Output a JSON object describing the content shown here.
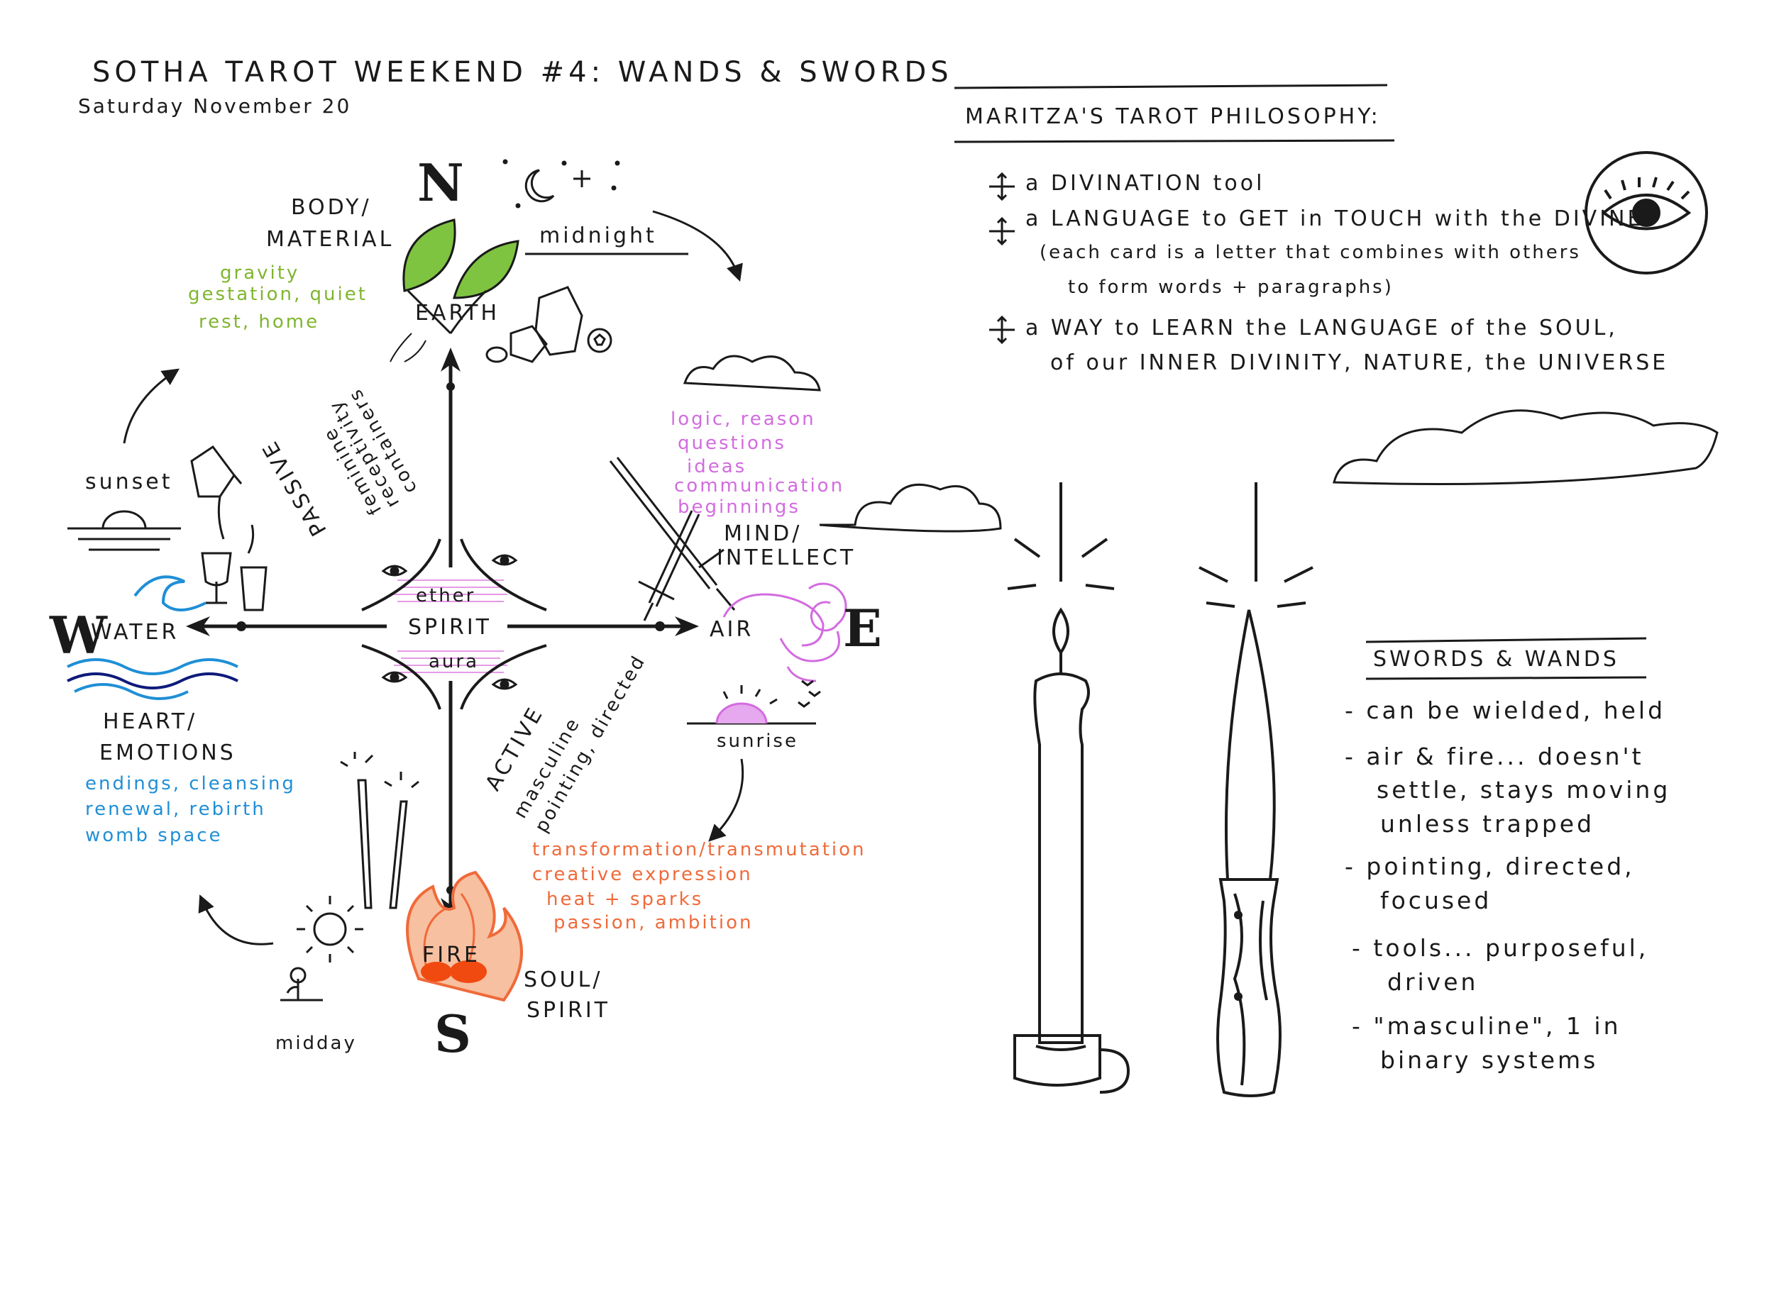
{
  "header": {
    "title": "SOTHA TAROT WEEKEND #4: WANDS & SWORDS",
    "date": "Saturday November 20"
  },
  "compass": {
    "north": "N",
    "south": "S",
    "east": "E",
    "west": "W",
    "center": {
      "top": "ether",
      "middle": "SPIRIT",
      "bottom": "aura"
    }
  },
  "north": {
    "element": "EARTH",
    "domain_line1": "BODY/",
    "domain_line2": "MATERIAL",
    "time": "midnight",
    "qualities": [
      "gravity",
      "gestation, quiet",
      "rest, home"
    ]
  },
  "east": {
    "element": "AIR",
    "domain_line1": "MIND/",
    "domain_line2": "INTELLECT",
    "time": "sunrise",
    "qualities": [
      "logic, reason",
      "questions",
      "ideas",
      "communication",
      "beginnings"
    ]
  },
  "south": {
    "element": "FIRE",
    "domain_line1": "SOUL/",
    "domain_line2": "SPIRIT",
    "time": "midday",
    "qualities": [
      "transformation/transmutation",
      "creative expression",
      "heat + sparks",
      "passion, ambition"
    ]
  },
  "west": {
    "element": "WATER",
    "domain_line1": "HEART/",
    "domain_line2": "EMOTIONS",
    "time": "sunset",
    "qualities": [
      "endings, cleansing",
      "renewal, rebirth",
      "womb space"
    ]
  },
  "passive_words": [
    "PASSIVE",
    "feminine",
    "receptivity",
    "containers"
  ],
  "active_words": [
    "ACTIVE",
    "masculine",
    "pointing, directed"
  ],
  "philosophy": {
    "heading": "MARITZA'S TAROT PHILOSOPHY:",
    "items": [
      {
        "main": "a DIVINATION tool"
      },
      {
        "main": "a LANGUAGE to GET in TOUCH with the DIVINE",
        "sub1": "(each card is a letter that combines with others",
        "sub2": "to form words + paragraphs)"
      },
      {
        "main": "a WAY to LEARN the LANGUAGE of the SOUL,",
        "sub1": "of our INNER DIVINITY, NATURE, the UNIVERSE"
      }
    ]
  },
  "swords_wands": {
    "heading": "SWORDS & WANDS",
    "items": [
      [
        "- can be wielded, held"
      ],
      [
        "- air & fire... doesn't",
        "settle, stays moving",
        "unless trapped"
      ],
      [
        "- pointing, directed,",
        "focused"
      ],
      [
        "- tools... purposeful,",
        "driven"
      ],
      [
        "- \"masculine\", 1 in",
        "binary systems"
      ]
    ]
  },
  "colors": {
    "ink": "#1a1a1a",
    "earth_green": "#7fb52e",
    "air_pink": "#d36be0",
    "fire_orange": "#f06a3a",
    "water_blue": "#1f8fd6"
  }
}
